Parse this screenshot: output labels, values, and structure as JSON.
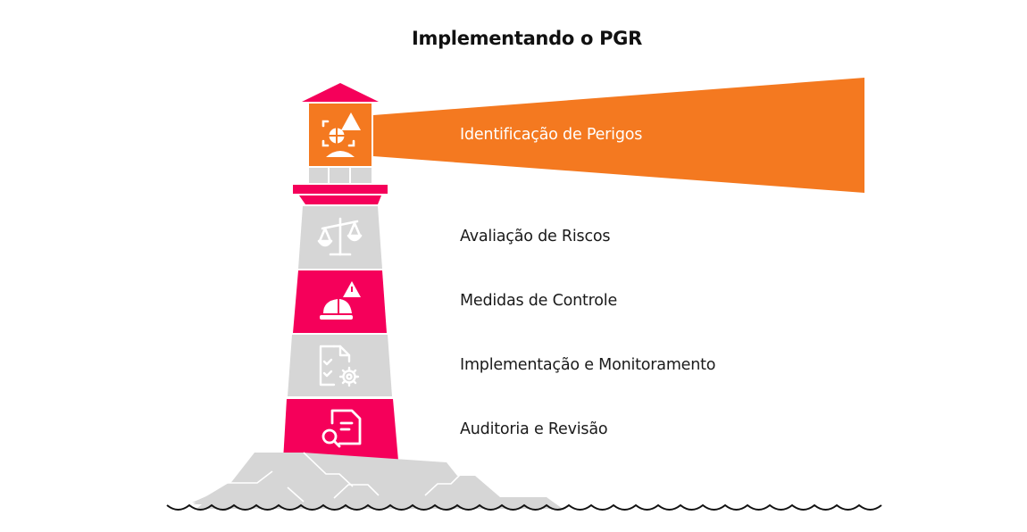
{
  "title": "Implementando o PGR",
  "colors": {
    "accent_orange": "#F47920",
    "accent_pink": "#F5005A",
    "grey": "#D6D6D6",
    "text": "#1A1A1A",
    "wave": "#111111"
  },
  "steps": [
    {
      "label": "Identificação de Perigos",
      "icon": "hazard-identification-icon",
      "highlighted": true,
      "section": "lantern"
    },
    {
      "label": "Avaliação de Riscos",
      "icon": "scales-icon",
      "highlighted": false,
      "section": "grey"
    },
    {
      "label": "Medidas de Controle",
      "icon": "hard-hat-warning-icon",
      "highlighted": false,
      "section": "pink"
    },
    {
      "label": "Implementação e Monitoramento",
      "icon": "checklist-gear-icon",
      "highlighted": false,
      "section": "grey"
    },
    {
      "label": "Auditoria e Revisão",
      "icon": "document-search-icon",
      "highlighted": false,
      "section": "pink"
    }
  ]
}
